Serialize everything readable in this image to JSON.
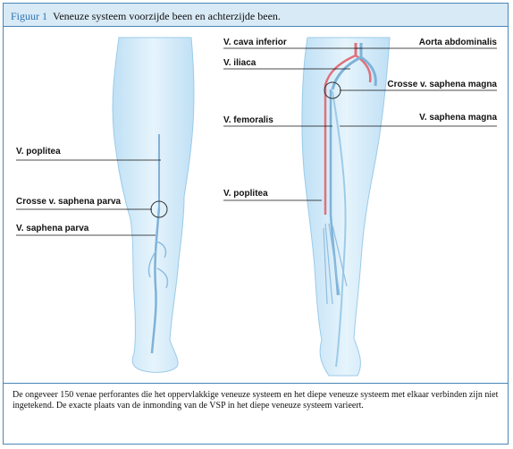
{
  "figure": {
    "label": "Figuur 1",
    "title": "Veneuze systeem voorzijde been en achterzijde been."
  },
  "labels": {
    "v_cava_inferior": "V. cava inferior",
    "aorta_abdominalis": "Aorta abdominalis",
    "v_iliaca": "V. iliaca",
    "crosse_v_saphena_magna": "Crosse v. saphena magna",
    "v_femoralis": "V. femoralis",
    "v_saphena_magna": "V. saphena magna",
    "v_poplitea_front": "V. poplitea",
    "v_poplitea_back": "V. poplitea",
    "crosse_v_saphena_parva": "Crosse v. saphena parva",
    "v_saphena_parva": "V. saphena parva"
  },
  "caption": "De ongeveer 150 venae perforantes die het oppervlakkige veneuze systeem en het diepe veneuze systeem met elkaar verbinden zijn niet ingetekend. De exacte plaats van de inmonding van de VSP in het diepe veneuze systeem varieert.",
  "colors": {
    "frame": "#4a86b8",
    "title_bg": "#d8eaf6",
    "leg_fill": "#cfe8f8",
    "vein": "#7fb2d8",
    "artery": "#e0707a"
  }
}
